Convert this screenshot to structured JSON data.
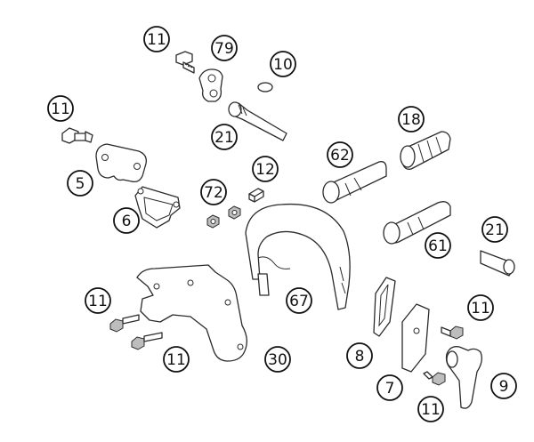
{
  "colors": {
    "highlight": "#e8732a",
    "ink": "#111111",
    "line": "#2b2b2b",
    "shade": "#bdbdbd"
  },
  "highlighted_part": "5",
  "callouts": [
    {
      "id": "c-11-a",
      "label": "11"
    },
    {
      "id": "c-79",
      "label": "79"
    },
    {
      "id": "c-10",
      "label": "10"
    },
    {
      "id": "c-11-b",
      "label": "11"
    },
    {
      "id": "c-21-a",
      "label": "21"
    },
    {
      "id": "c-18",
      "label": "18"
    },
    {
      "id": "c-62",
      "label": "62"
    },
    {
      "id": "c-12",
      "label": "12"
    },
    {
      "id": "c-5",
      "label": "5"
    },
    {
      "id": "c-72",
      "label": "72"
    },
    {
      "id": "c-6",
      "label": "6"
    },
    {
      "id": "c-21-b",
      "label": "21"
    },
    {
      "id": "c-61",
      "label": "61"
    },
    {
      "id": "c-11-c",
      "label": "11"
    },
    {
      "id": "c-67",
      "label": "67"
    },
    {
      "id": "c-11-d",
      "label": "11"
    },
    {
      "id": "c-11-e",
      "label": "11"
    },
    {
      "id": "c-30",
      "label": "30"
    },
    {
      "id": "c-8",
      "label": "8"
    },
    {
      "id": "c-7",
      "label": "7"
    },
    {
      "id": "c-9",
      "label": "9"
    },
    {
      "id": "c-11-f",
      "label": "11"
    }
  ]
}
